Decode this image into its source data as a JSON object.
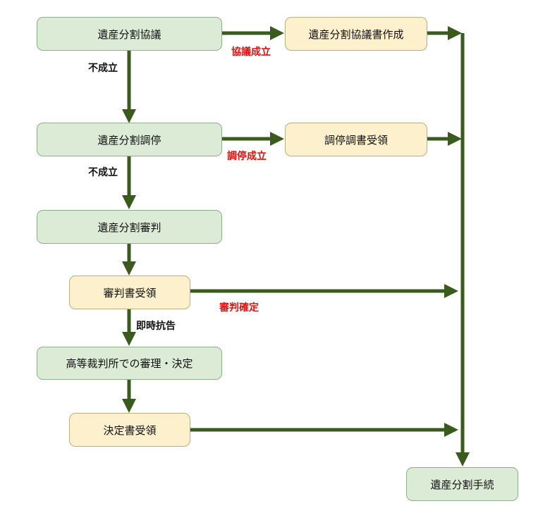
{
  "nodes": {
    "kyogi": "遺産分割協議",
    "kyogi_sakusei": "遺産分割協議書作成",
    "chotei": "遺産分割調停",
    "chotei_juryo": "調停調書受領",
    "shinpan": "遺産分割審判",
    "shinpansho_juryo": "審判書受領",
    "koto": "高等裁判所での審理・決定",
    "ketteisho_juryo": "決定書受領",
    "tetsuzuki": "遺産分割手続"
  },
  "labels": {
    "fuseiritsu_1": "不成立",
    "kyogi_seiritsu": "協議成立",
    "fuseiritsu_2": "不成立",
    "chotei_seiritsu": "調停成立",
    "shinpan_kakutei": "審判確定",
    "sokuji_kokoku": "即時抗告"
  },
  "colors": {
    "arrow": "#3b5a1e",
    "green_fill": "#dcebd6",
    "yellow_fill": "#fdf0cc",
    "red_label": "#e01010"
  }
}
